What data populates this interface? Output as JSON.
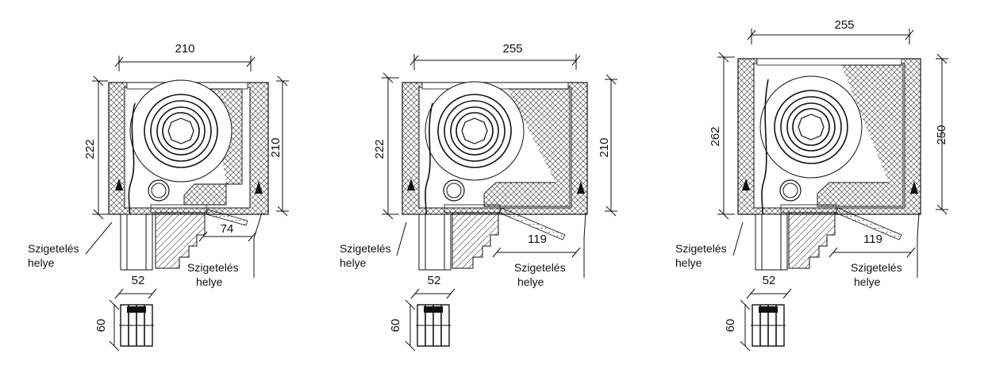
{
  "drawings": [
    {
      "top_width": "210",
      "left_height": "222",
      "right_height": "210",
      "bottom_dim": "74",
      "window_width": "52",
      "window_height": "60",
      "label_left": [
        "Szigetelés",
        "helye"
      ],
      "label_right": [
        "Szigetelés",
        "helye"
      ]
    },
    {
      "top_width": "255",
      "left_height": "222",
      "right_height": "210",
      "bottom_dim": "119",
      "window_width": "52",
      "window_height": "60",
      "label_left": [
        "Szigetelés",
        "helye"
      ],
      "label_right": [
        "Szigetelés",
        "helye"
      ]
    },
    {
      "top_width": "255",
      "left_height": "262",
      "right_height": "250",
      "bottom_dim": "119",
      "window_width": "52",
      "window_height": "60",
      "label_left": [
        "Szigetelés",
        "helye"
      ],
      "label_right": [
        "Szigetelés",
        "helye"
      ]
    }
  ]
}
